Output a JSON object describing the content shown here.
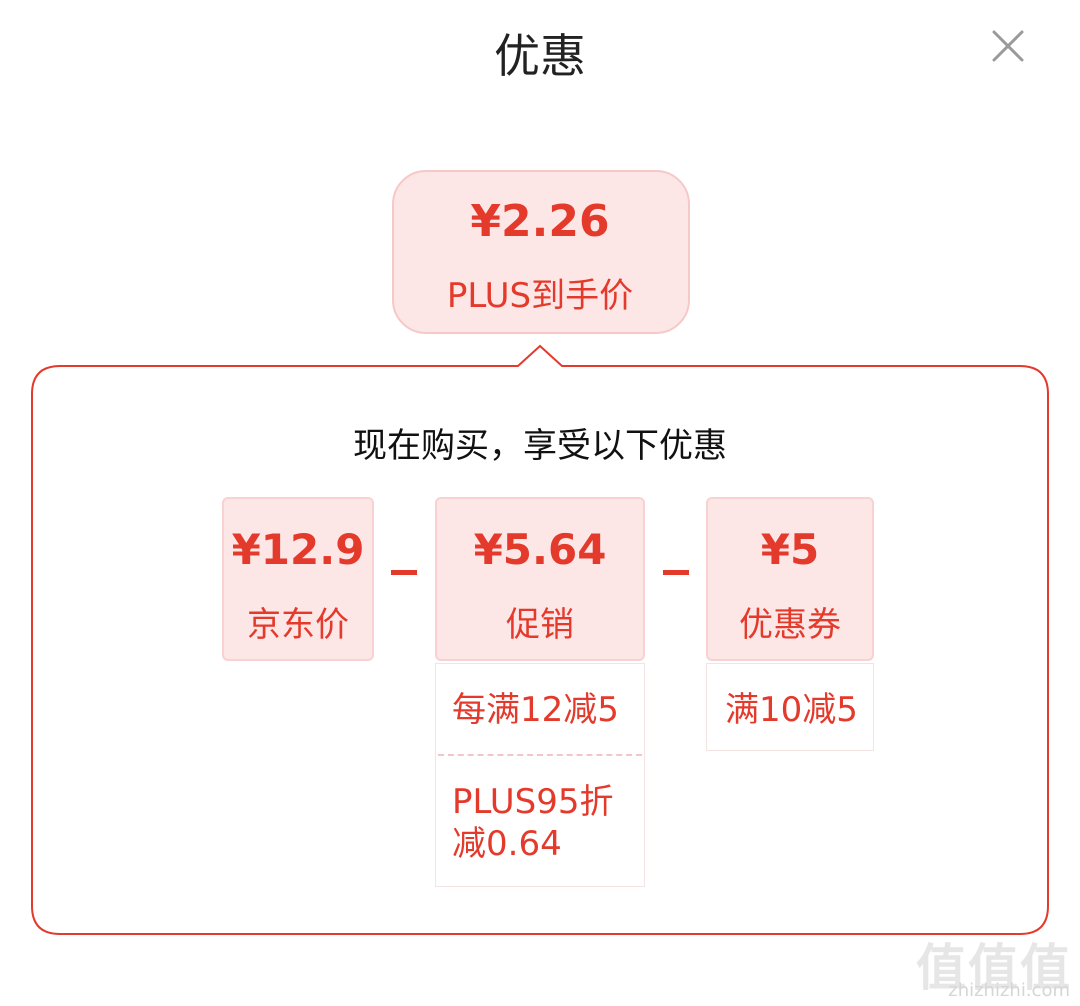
{
  "header": {
    "title": "优惠"
  },
  "final": {
    "price": "¥2.26",
    "label": "PLUS到手价"
  },
  "panel": {
    "subtitle": "现在购买，享受以下优惠"
  },
  "cards": {
    "jd": {
      "value": "¥12.9",
      "label": "京东价"
    },
    "promo": {
      "value": "¥5.64",
      "label": "促销"
    },
    "coupon": {
      "value": "¥5",
      "label": "优惠券"
    }
  },
  "details": {
    "promo_1": "每满12减5",
    "promo_2_line1": "PLUS95折",
    "promo_2_line2": "减0.64",
    "coupon_1": "满10减5"
  },
  "watermark": {
    "logo": "值值值",
    "url": "zhizhizhi.com"
  },
  "colors": {
    "accent": "#e43a2c",
    "card_bg": "#fde6e6"
  },
  "icons": {
    "close": "close-icon"
  }
}
